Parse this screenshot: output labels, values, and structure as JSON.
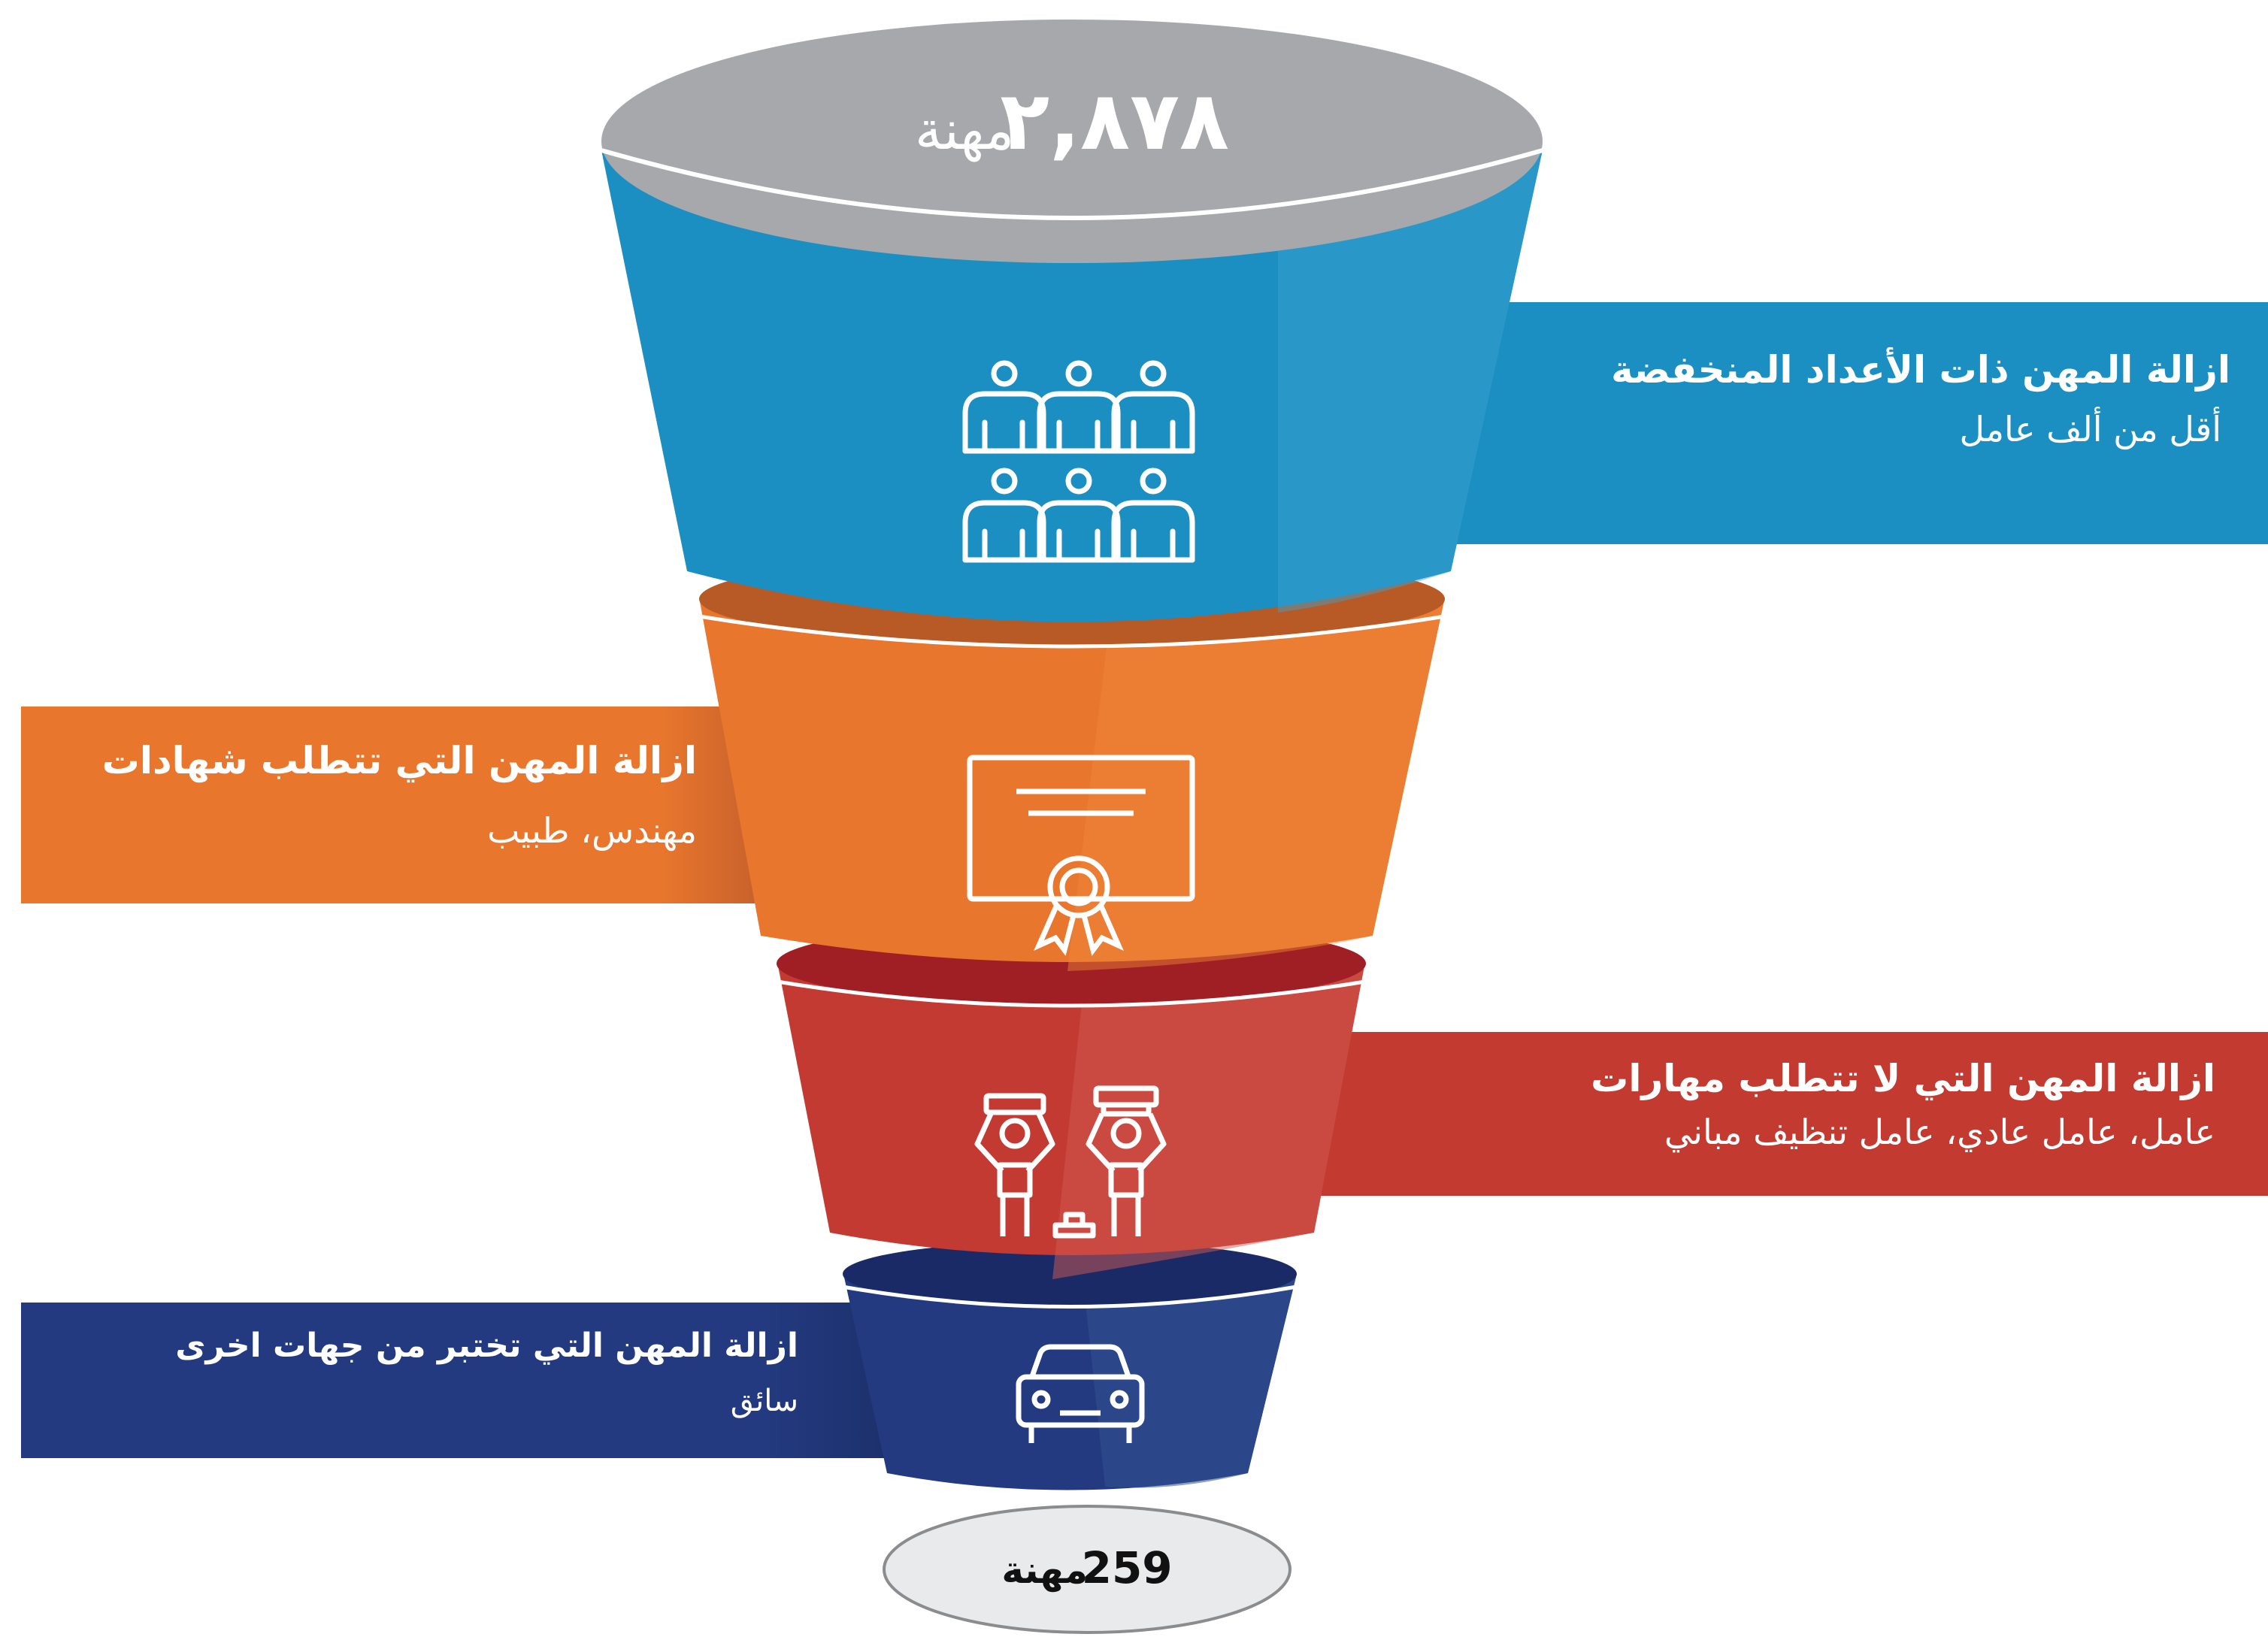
{
  "funnel": {
    "top": {
      "count": "٢,٨٧٨",
      "unit": "مهنة"
    },
    "bottom": {
      "count": "259",
      "unit": "مهنة"
    }
  },
  "stages": [
    {
      "key": "low-count",
      "title": "ازالة المهن ذات الأعداد المنخفضة",
      "subtitle": "أقل من ألف عامل",
      "color": "#1c8fc2",
      "icon": "group-of-people-icon"
    },
    {
      "key": "certificates",
      "title": "ازالة المهن التي تتطلب شهادات",
      "subtitle": "مهندس، طبيب",
      "color": "#e8762d",
      "icon": "certificate-icon"
    },
    {
      "key": "no-skills",
      "title": "ازالة المهن التي لا تتطلب مهارات",
      "subtitle": "عامل، عامل عادي، عامل تنظيف مباني",
      "color": "#c33a31",
      "icon": "laborers-icon"
    },
    {
      "key": "tested-elsewhere",
      "title": "ازالة المهن التي تختبر من جهات اخرى",
      "subtitle": "سائق",
      "color": "#233a80",
      "icon": "car-icon"
    }
  ]
}
